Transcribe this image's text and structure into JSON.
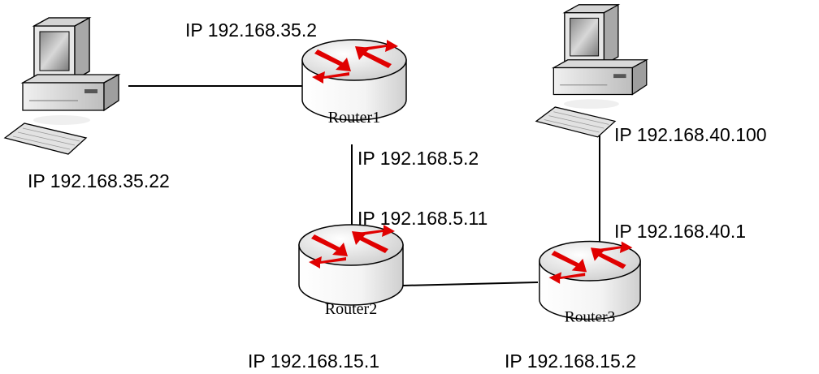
{
  "routers": [
    {
      "name": "Router1"
    },
    {
      "name": "Router2"
    },
    {
      "name": "Router3"
    }
  ],
  "ip_labels": {
    "router1_pc": "IP 192.168.35.2",
    "pc_left": "IP 192.168.35.22",
    "router1_link": "IP 192.168.5.2",
    "router2_link": "IP 192.168.5.11",
    "router2_r3": "IP 192.168.15.1",
    "router3_r2": "IP 192.168.15.2",
    "router3_pc": "IP 192.168.40.1",
    "pc_right": "IP 192.168.40.100"
  },
  "colors": {
    "arrow": "#e00000",
    "router_body": "#ffffff",
    "router_top": "#dcdcdc",
    "line": "#000000"
  },
  "icons": {
    "pc": "desktop-computer-icon",
    "router": "router-icon"
  }
}
